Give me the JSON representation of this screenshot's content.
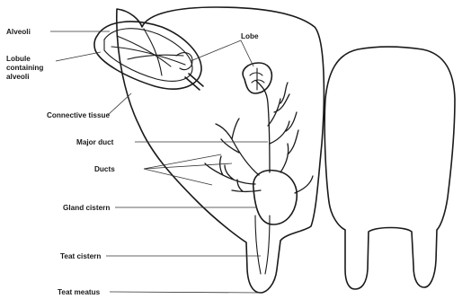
{
  "labels": {
    "alveoli": "Alveoli",
    "lobule_line1": "Lobule",
    "lobule_line2": "containing",
    "lobule_line3": "alveoli",
    "lobe": "Lobe",
    "connective_tissue": "Connective tissue",
    "major_duct": "Major duct",
    "ducts": "Ducts",
    "gland_cistern": "Gland cistern",
    "teat_cistern": "Teat cistern",
    "teat_meatus": "Teat meatus"
  },
  "colors": {
    "line": "#1a1a1a",
    "background": "#ffffff"
  }
}
